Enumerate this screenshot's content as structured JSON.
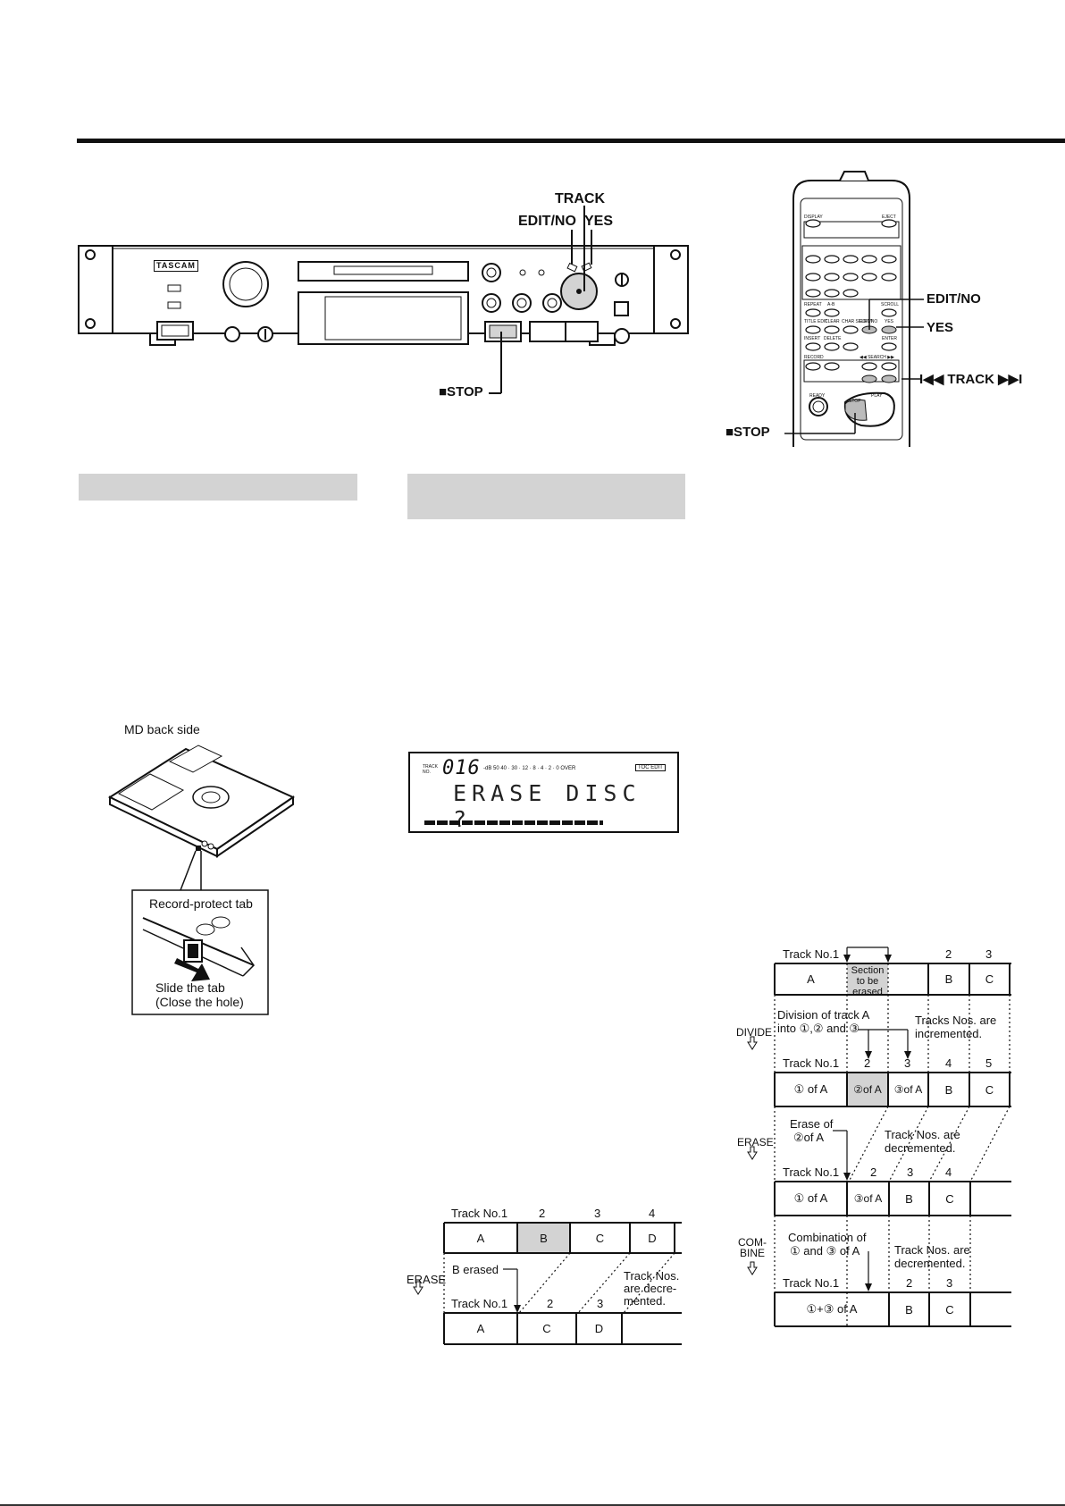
{
  "front_panel": {
    "brand": "TASCAM",
    "labels": {
      "track": "TRACK",
      "edit_no": "EDIT/NO",
      "yes": "YES",
      "stop": "■STOP"
    }
  },
  "remote": {
    "labels": {
      "edit_no": "EDIT/NO",
      "yes": "YES",
      "track": "I◀◀ TRACK ▶▶I",
      "stop": "■STOP"
    },
    "keys": {
      "display": "DISPLAY",
      "eject": "EJECT",
      "repeat": "REPEAT",
      "a_b": "A-B",
      "scroll": "SCROLL",
      "title_edit": "TITLE EDIT",
      "clear": "CLEAR",
      "char_select": "CHAR SELECT",
      "edit_no": "EDIT/NO",
      "yes": "YES",
      "insert": "INSERT",
      "delete": "DELETE",
      "enter": "ENTER",
      "recording": "RECORD",
      "search": "◀◀ SEARCH ▶▶",
      "ready": "READY",
      "stop": "STOP",
      "play": "PLAY"
    }
  },
  "md_figure": {
    "caption": "MD back side",
    "tab_label": "Record-protect tab",
    "slide_line1": "Slide the tab",
    "slide_line2": "(Close the hole)"
  },
  "display": {
    "track_label": "TRACK NO.",
    "track_number": "016",
    "meter": "-dB 50 40 · 30 · 12 · 8 · 4 · 2 · 0 OVER",
    "toc_badge": "TOC EDIT",
    "message": "ERASE DISC ?"
  },
  "erase_diagram": {
    "action": "ERASE",
    "top": {
      "track_label": "Track No.1",
      "numbers": [
        "2",
        "3",
        "4"
      ],
      "cells": [
        "A",
        "B",
        "C",
        "D"
      ]
    },
    "note_left": "B  erased",
    "note_right": [
      "Track Nos.",
      "are decre-",
      "mented."
    ],
    "bottom": {
      "track_label": "Track No.1",
      "numbers": [
        "2",
        "3"
      ],
      "cells": [
        "A",
        "C",
        "D"
      ]
    }
  },
  "edit_diagram": {
    "row1": {
      "track_label": "Track No.1",
      "numbers": [
        "2",
        "3"
      ],
      "cells": [
        "A",
        "Section to be erased",
        "",
        "B",
        "C"
      ],
      "section_lines": [
        "Section",
        "to be",
        "erased"
      ]
    },
    "divide": {
      "action": "DIVIDE",
      "note_left": [
        "Division of track A",
        "into ①,② and ③"
      ],
      "note_right": [
        "Tracks Nos. are",
        "incremented."
      ],
      "track_label": "Track No.1",
      "numbers": [
        "2",
        "3",
        "4",
        "5"
      ],
      "cells": [
        "① of A",
        "②of A",
        "③of A",
        "B",
        "C"
      ]
    },
    "erase": {
      "action": "ERASE",
      "note_left": [
        "Erase of",
        "②of A"
      ],
      "note_right": [
        "Track Nos. are",
        "decremented."
      ],
      "track_label": "Track No.1",
      "numbers": [
        "2",
        "3",
        "4"
      ],
      "cells": [
        "① of A",
        "③of A",
        "B",
        "C",
        ""
      ]
    },
    "combine": {
      "action_lines": [
        "COM-",
        "BINE"
      ],
      "note_left": [
        "Combination of",
        "① and ③ of A"
      ],
      "note_right": [
        "Track Nos. are",
        "decremented."
      ],
      "track_label": "Track No.1",
      "numbers": [
        "2",
        "3"
      ],
      "cells": [
        "①+③ of A",
        "B",
        "C",
        ""
      ]
    }
  },
  "colors": {
    "rule": "#111111",
    "header_bar": "#d3d3d3",
    "highlight": "#d3d3d3"
  }
}
